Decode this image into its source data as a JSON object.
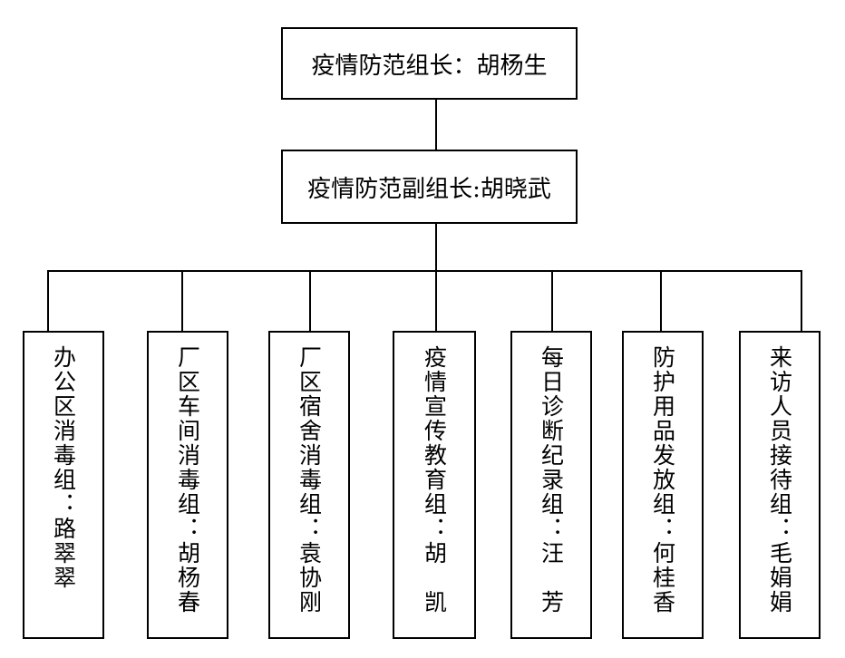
{
  "leader": {
    "text": "疫情防范组长：胡杨生"
  },
  "deputy": {
    "text": "疫情防范副组长:胡晓武"
  },
  "groups": [
    {
      "text": "办公区消毒组：路翠翠"
    },
    {
      "text": "厂区车间消毒组：胡杨春"
    },
    {
      "text": "厂区宿舍消毒组：袁协刚"
    },
    {
      "text": "疫情宣传教育组：胡　凯"
    },
    {
      "text": "每日诊断纪录组：汪　芳"
    },
    {
      "text": "防护用品发放组：何桂香"
    },
    {
      "text": "来访人员接待组：毛娟娟"
    }
  ]
}
